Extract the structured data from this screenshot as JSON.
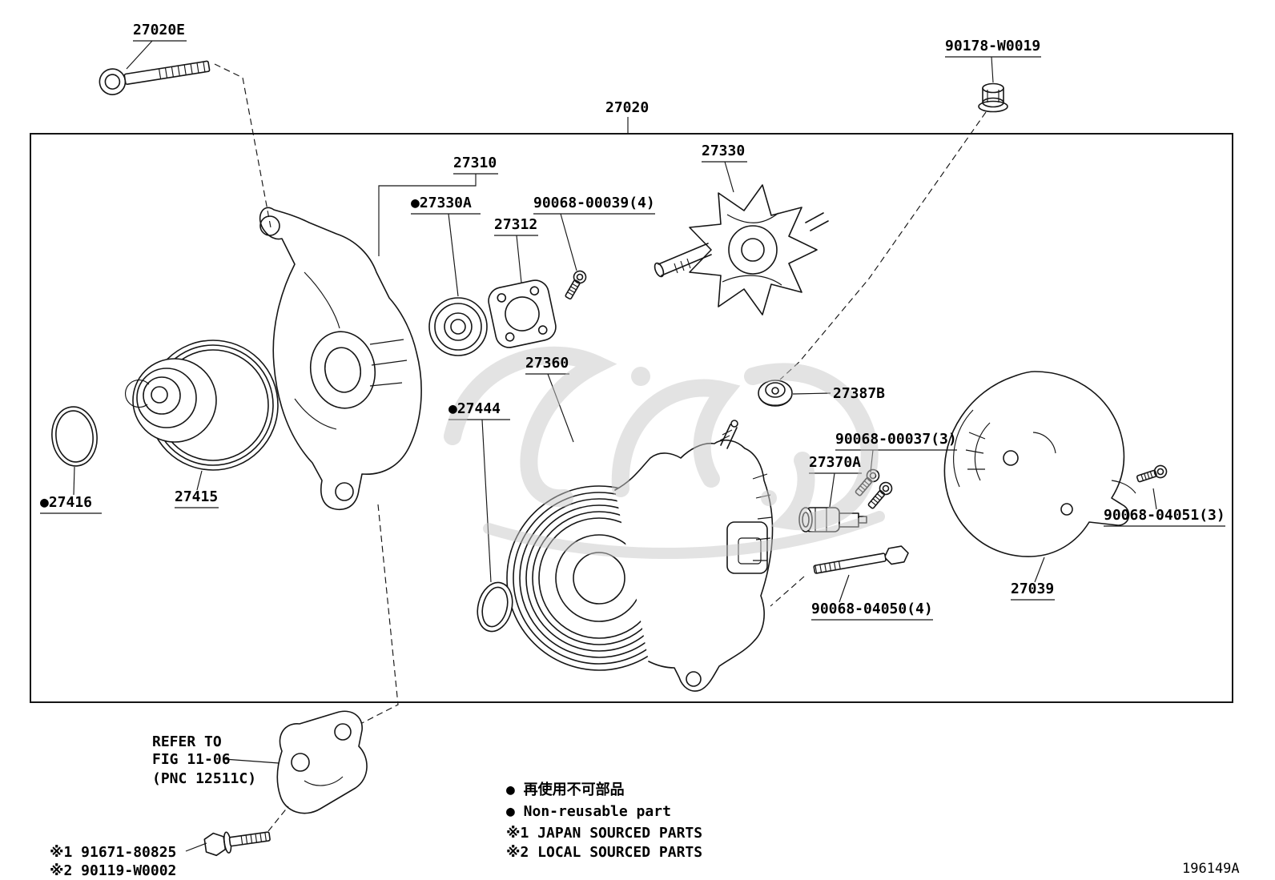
{
  "meta": {
    "figure_code": "196149A"
  },
  "labels": {
    "p27020e": "27020E",
    "p90178": "90178-W0019",
    "p27020": "27020",
    "p27310": "27310",
    "p27330": "27330",
    "p27330a": "●27330A",
    "p90068_00039": "90068-00039(4)",
    "p27312": "27312",
    "p27360": "27360",
    "p27444": "●27444",
    "p27387b": "27387B",
    "p90068_00037": "90068-00037(3)",
    "p27370a": "27370A",
    "p27415": "27415",
    "p27416": "●27416",
    "p90068_04051": "90068-04051(3)",
    "p27039": "27039",
    "p90068_04050": "90068-04050(4)"
  },
  "refer_note": {
    "line1": "REFER TO",
    "line2": "FIG 11-06",
    "line3": "(PNC 12511C)"
  },
  "substitute_parts": {
    "line1": "※1 91671-80825",
    "line2": "※2 90119-W0002"
  },
  "legend": {
    "nonreusable_jp": "● 再使用不可部品",
    "nonreusable_en": "● Non-reusable part",
    "japan_sourced": "※1 JAPAN SOURCED PARTS",
    "local_sourced": "※2 LOCAL SOURCED PARTS"
  }
}
